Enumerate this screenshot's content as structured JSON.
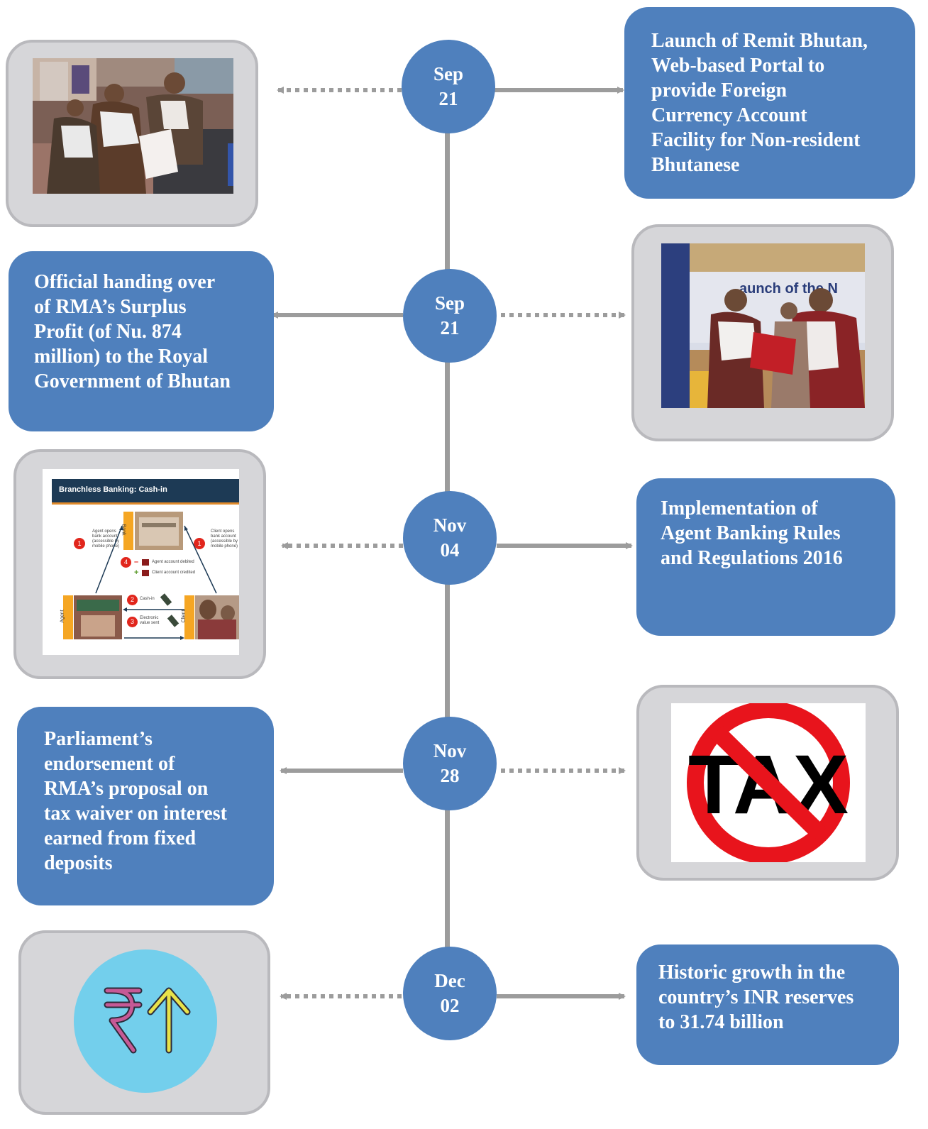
{
  "events": [
    {
      "month": "Sep",
      "day": "21",
      "lines": [
        "Launch of Remit Bhutan,",
        "Web-based Portal to",
        "provide Foreign",
        "Currency Account",
        "Facility for Non-resident",
        "Bhutanese"
      ],
      "image": "handover-ceremony-photo"
    },
    {
      "month": "Sep",
      "day": "21",
      "lines": [
        "Official handing over",
        "of RMA’s Surplus",
        "Profit (of Nu. 874",
        "million)  to the Royal",
        "Government of Bhutan"
      ],
      "image": "launch-ceremony-photo",
      "banner_text": "aunch of the N"
    },
    {
      "month": "Nov",
      "day": "04",
      "lines": [
        "Implementation of",
        "Agent Banking Rules",
        "and Regulations 2016"
      ],
      "image": "branchless-banking-slide"
    },
    {
      "month": "Nov",
      "day": "28",
      "lines": [
        "Parliament’s",
        "endorsement of",
        "RMA’s proposal on",
        "tax waiver on interest",
        "earned from fixed",
        "deposits"
      ],
      "image": "no-tax-sign"
    },
    {
      "month": "Dec",
      "day": "02",
      "lines": [
        "Historic growth in the",
        "country’s INR reserves",
        "to 31.74 billion"
      ],
      "image": "rupee-up-icon"
    }
  ],
  "slide": {
    "title": "Branchless Banking: Cash-in",
    "bank_label": "Bank",
    "agent_label": "Agent",
    "client_label": "Client",
    "step1_left": [
      "Agent opens",
      "bank account",
      "(accessible by",
      "mobile phone)"
    ],
    "step1_right": [
      "Client opens",
      "bank account",
      "(accessible by",
      "mobile phone)"
    ],
    "step4a": "Agent account debited",
    "step4b": "Client account credited",
    "step2": "Cash-in",
    "step3": [
      "Electronic",
      "value sent"
    ],
    "num1": "1",
    "num2": "2",
    "num3": "3",
    "num4": "4",
    "minus": "–",
    "plus": "+"
  },
  "tax_sign": {
    "text": "TAX"
  },
  "colors": {
    "accent": "#4f80bd",
    "frame": "#d6d6d9",
    "connector": "#9c9c9c",
    "no_sign": "#e8141c"
  }
}
